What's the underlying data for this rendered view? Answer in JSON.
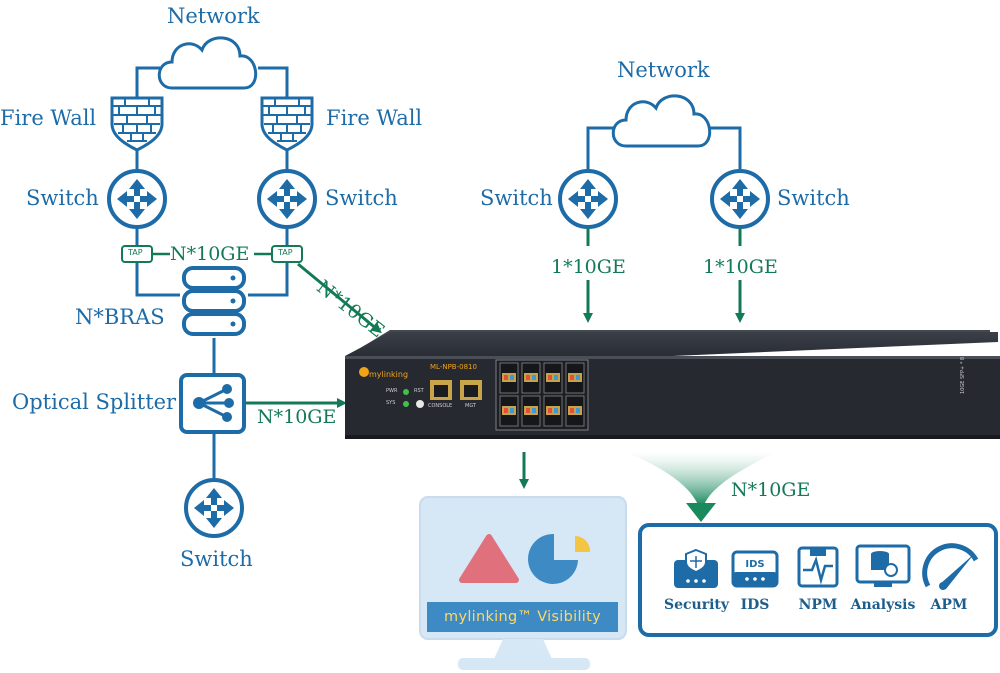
{
  "left_topology": {
    "network_label": "Network",
    "firewall_left_label": "Fire Wall",
    "firewall_right_label": "Fire Wall",
    "switch_left_label": "Switch",
    "switch_right_label": "Switch",
    "tap_left_label": "TAP",
    "tap_right_label": "TAP",
    "tap_link_label": "N*10GE",
    "bras_label": "N*BRAS",
    "splitter_label": "Optical Splitter",
    "bottom_switch_label": "Switch",
    "tap_to_device_label": "N*10GE",
    "splitter_to_device_label": "N*10GE"
  },
  "right_topology": {
    "network_label": "Network",
    "switch_left_label": "Switch",
    "switch_right_label": "Switch",
    "link_left_label": "1*10GE",
    "link_right_label": "1*10GE"
  },
  "device": {
    "brand": "mylinking",
    "model": "ML-NPB-0810",
    "pwr_label": "PWR",
    "sys_label": "SYS",
    "rst_label": "RST",
    "console_label": "CONSOLE",
    "mgt_label": "MGT",
    "side_label": "10GE SFP+ * 8",
    "colors": {
      "body": "#2a2d35",
      "top": "#3a3e47",
      "led": "#44c04a"
    }
  },
  "output": {
    "to_tools_label": "N*10GE",
    "monitor_banner": "mylinking™ Visibility",
    "tools": [
      {
        "label": "Security",
        "icon": "security-device-icon"
      },
      {
        "label": "IDS",
        "icon": "ids-device-icon"
      },
      {
        "label": "NPM",
        "icon": "npm-icon"
      },
      {
        "label": "Analysis",
        "icon": "analysis-icon"
      },
      {
        "label": "APM",
        "icon": "apm-gauge-icon"
      }
    ]
  },
  "colors": {
    "topology_blue": "#1d6ba7",
    "link_green": "#137a55",
    "monitor_bg": "#d6e7f6",
    "triangle": "#e0707c",
    "pie": "#3d8ac4",
    "pie_slice": "#f4c542"
  }
}
